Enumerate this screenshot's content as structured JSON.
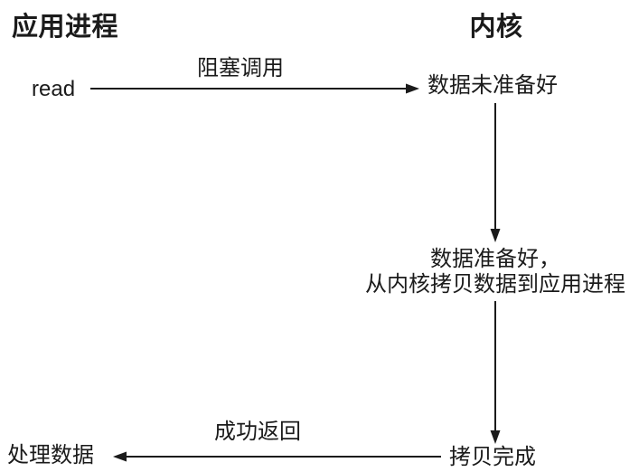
{
  "diagram": {
    "colors": {
      "background": "#ffffff",
      "ink": "#1b1b1b"
    },
    "headers": {
      "left": "应用进程",
      "right": "内核"
    },
    "nodes": {
      "read": "read",
      "data_not_ready": "数据未准备好",
      "data_ready_line1": "数据准备好，",
      "data_ready_line2": "从内核拷贝数据到应用进程",
      "copy_done": "拷贝完成",
      "process_data": "处理数据"
    },
    "arrow_labels": {
      "blocking_call": "阻塞调用",
      "success_return": "成功返回"
    }
  }
}
